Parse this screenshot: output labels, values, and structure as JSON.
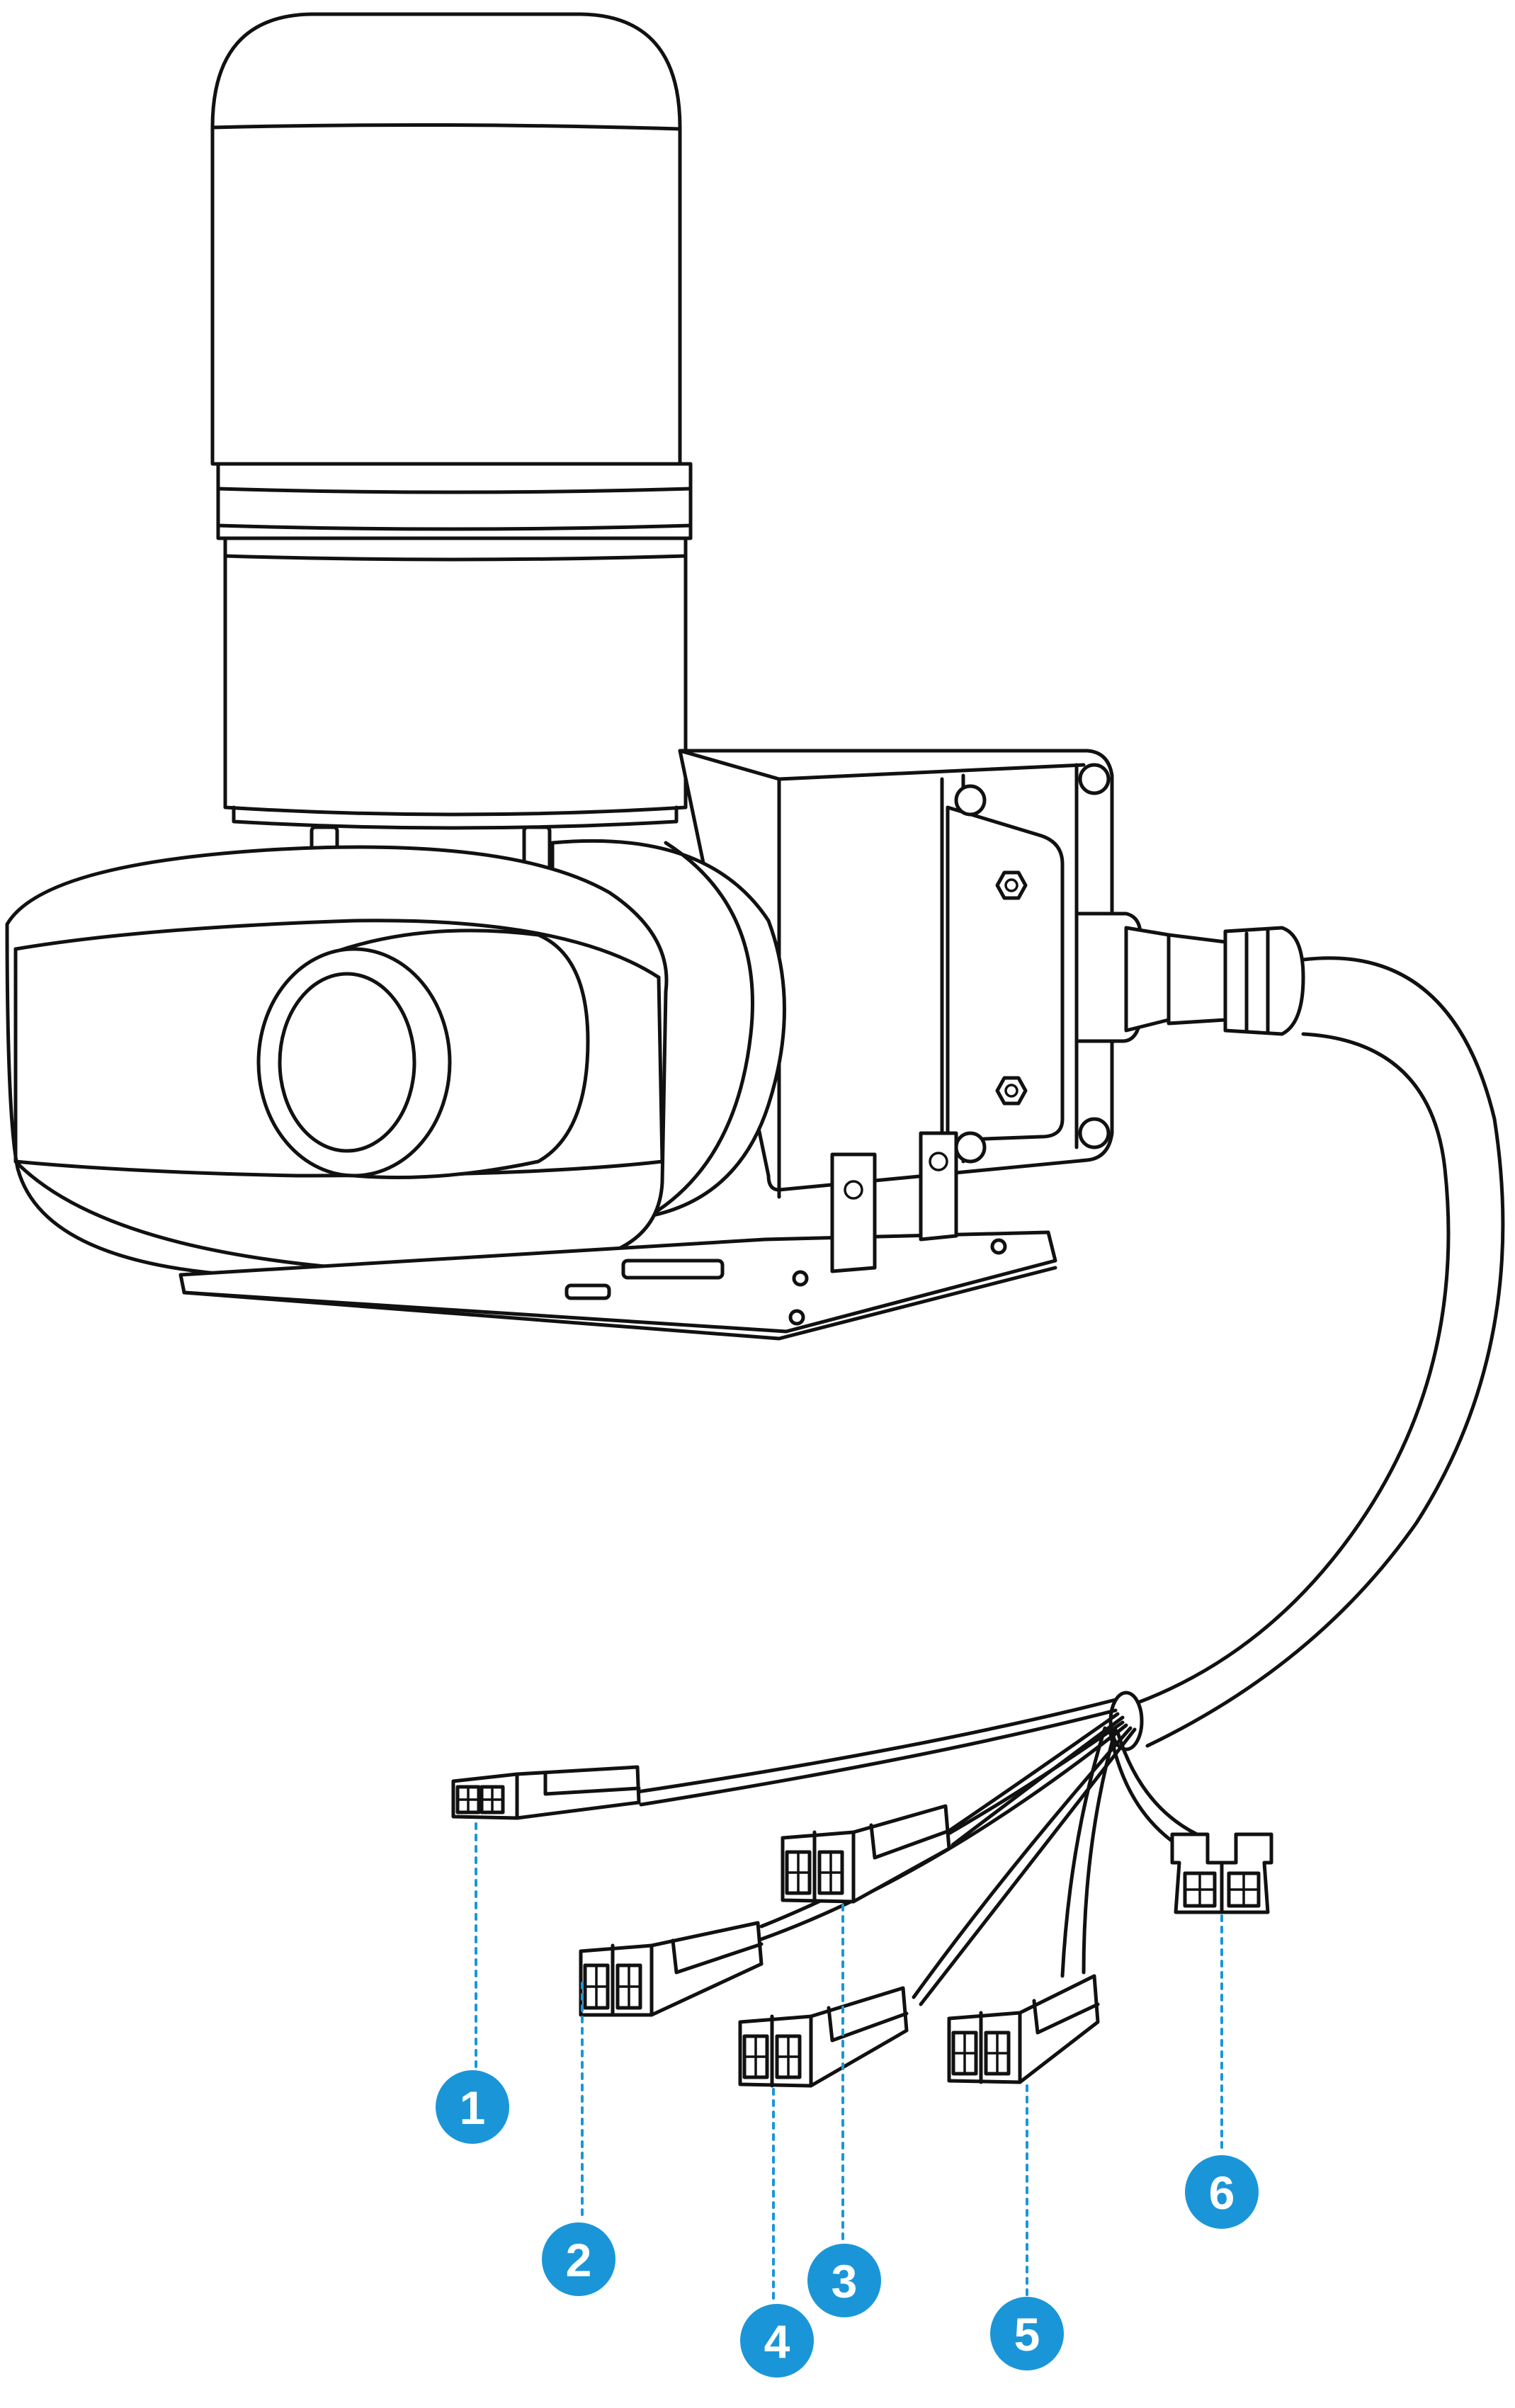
{
  "colors": {
    "line": "#111111",
    "background": "#ffffff",
    "callout_fill": "#1a96d8",
    "callout_text": "#ffffff",
    "leader": "#1a96d8"
  },
  "callouts": [
    {
      "number": "1"
    },
    {
      "number": "2"
    },
    {
      "number": "3"
    },
    {
      "number": "4"
    },
    {
      "number": "5"
    },
    {
      "number": "6"
    }
  ]
}
